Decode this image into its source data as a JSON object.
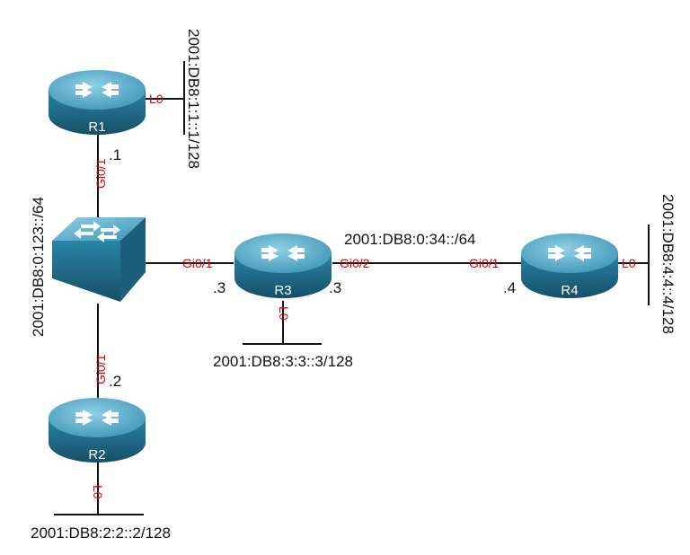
{
  "routers": {
    "r1": {
      "name": "R1",
      "gi0_1": "Gi0/1",
      "lo": "L0",
      "host": ".1",
      "lo_prefix": "2001:DB8:1:1::1/128"
    },
    "r2": {
      "name": "R2",
      "gi0_1": "Gi0/1",
      "lo": "L0",
      "host": ".2",
      "lo_prefix": "2001:DB8:2:2::2/128"
    },
    "r3": {
      "name": "R3",
      "gi0_1": "Gi0/1",
      "gi0_2": "Gi0/2",
      "lo": "L0",
      "host_left": ".3",
      "host_right": ".3",
      "lo_prefix": "2001:DB8:3:3::3/128"
    },
    "r4": {
      "name": "R4",
      "gi0_1": "Gi0/1",
      "lo": "L0",
      "host": ".4",
      "lo_prefix": "2001:DB8:4:4::4/128"
    }
  },
  "networks": {
    "lan_123": "2001:DB8:0:123::/64",
    "link_34": "2001:DB8:0:34::/64"
  },
  "colors": {
    "device_top": "#6fb6d0",
    "device_side": "#1f6f8e",
    "interface_label": "#e00000"
  }
}
